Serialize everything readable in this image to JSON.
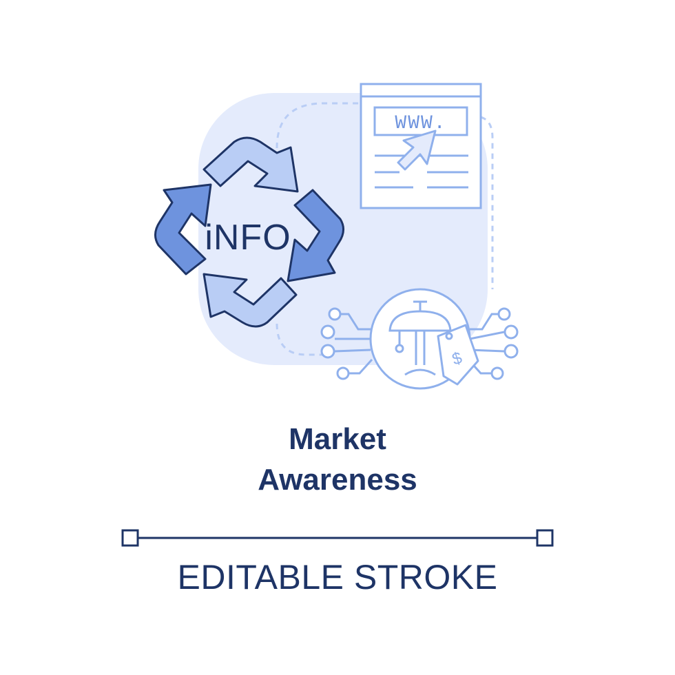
{
  "icon": {
    "name": "market-awareness-icon",
    "center_label": "iNFO",
    "browser_url": "WWW.",
    "colors": {
      "navy": "#1e3466",
      "light_blue": "#8fb0ec",
      "mid_blue": "#6e93de",
      "pale_blue": "#b9cdf5",
      "background_tint": "#e4ebfc"
    }
  },
  "title": {
    "line1": "Market",
    "line2": "Awareness"
  },
  "caption": "EDITABLE STROKE"
}
